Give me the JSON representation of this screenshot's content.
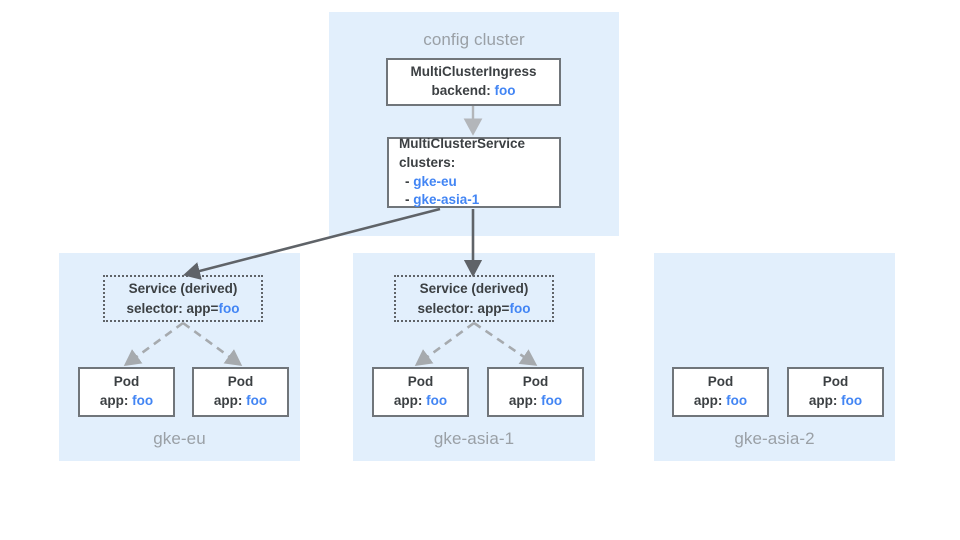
{
  "colors": {
    "panel_background": "#e2effc",
    "box_border": "#70757a",
    "text": "#3c4043",
    "muted_label": "#9aa0a6",
    "accent_blue": "#4285f4",
    "solid_arrow": "#5f6368",
    "dashed_arrow": "#9aa0a6"
  },
  "config_cluster": {
    "title": "config cluster",
    "ingress": {
      "name": "MultiClusterIngress",
      "field_label": "backend:",
      "field_value": "foo"
    },
    "service": {
      "name": "MultiClusterService",
      "field_label": "clusters:",
      "entries": [
        {
          "bullet": "-",
          "value": "gke-eu"
        },
        {
          "bullet": "-",
          "value": "gke-asia-1"
        }
      ]
    }
  },
  "clusters": [
    {
      "label": "gke-eu",
      "has_service": true,
      "service": {
        "title": "Service (derived)",
        "selector_label": "selector: app=",
        "selector_value": "foo"
      },
      "pods": [
        {
          "title": "Pod",
          "label": "app:",
          "value": "foo"
        },
        {
          "title": "Pod",
          "label": "app:",
          "value": "foo"
        }
      ]
    },
    {
      "label": "gke-asia-1",
      "has_service": true,
      "service": {
        "title": "Service (derived)",
        "selector_label": "selector: app=",
        "selector_value": "foo"
      },
      "pods": [
        {
          "title": "Pod",
          "label": "app:",
          "value": "foo"
        },
        {
          "title": "Pod",
          "label": "app:",
          "value": "foo"
        }
      ]
    },
    {
      "label": "gke-asia-2",
      "has_service": false,
      "pods": [
        {
          "title": "Pod",
          "label": "app:",
          "value": "foo"
        },
        {
          "title": "Pod",
          "label": "app:",
          "value": "foo"
        }
      ]
    }
  ]
}
